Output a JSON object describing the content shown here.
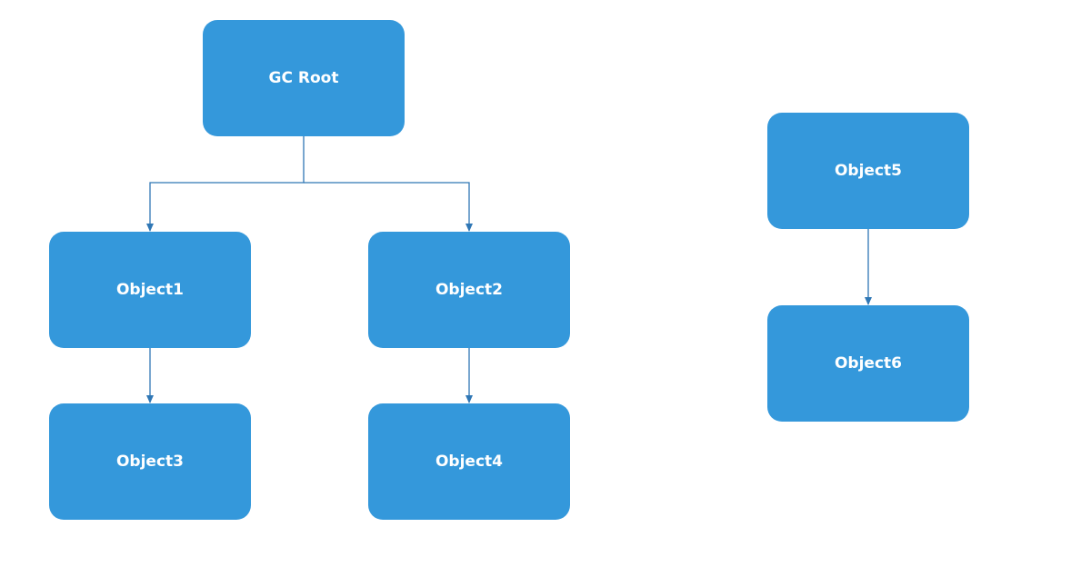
{
  "diagram": {
    "nodes": {
      "gc_root": "GC Root",
      "object1": "Object1",
      "object2": "Object2",
      "object3": "Object3",
      "object4": "Object4",
      "object5": "Object5",
      "object6": "Object6"
    },
    "edges": [
      {
        "from": "gc_root",
        "to": "object1"
      },
      {
        "from": "gc_root",
        "to": "object2"
      },
      {
        "from": "object1",
        "to": "object3"
      },
      {
        "from": "object2",
        "to": "object4"
      },
      {
        "from": "object5",
        "to": "object6"
      }
    ],
    "colors": {
      "node_fill": "#3498db",
      "node_text": "#ffffff",
      "edge": "#2f77b5"
    }
  }
}
